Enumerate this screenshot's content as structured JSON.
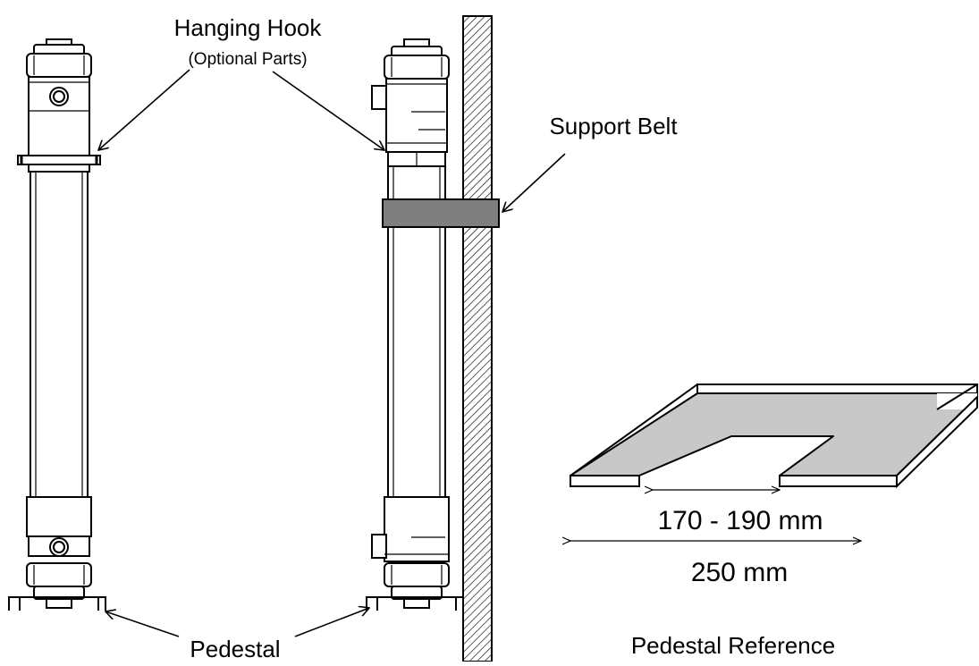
{
  "labels": {
    "hanging_hook": "Hanging Hook",
    "optional_parts": "(Optional Parts)",
    "support_belt": "Support Belt",
    "pedestal": "Pedestal",
    "pedestal_reference": "Pedestal Reference",
    "inner_dimension": "170 - 190 mm",
    "outer_dimension": "250 mm"
  },
  "colors": {
    "line": "#000000",
    "support_belt_fill": "#7f7f7f",
    "pedestal_top_fill": "#c8c8c8",
    "background": "#ffffff"
  }
}
